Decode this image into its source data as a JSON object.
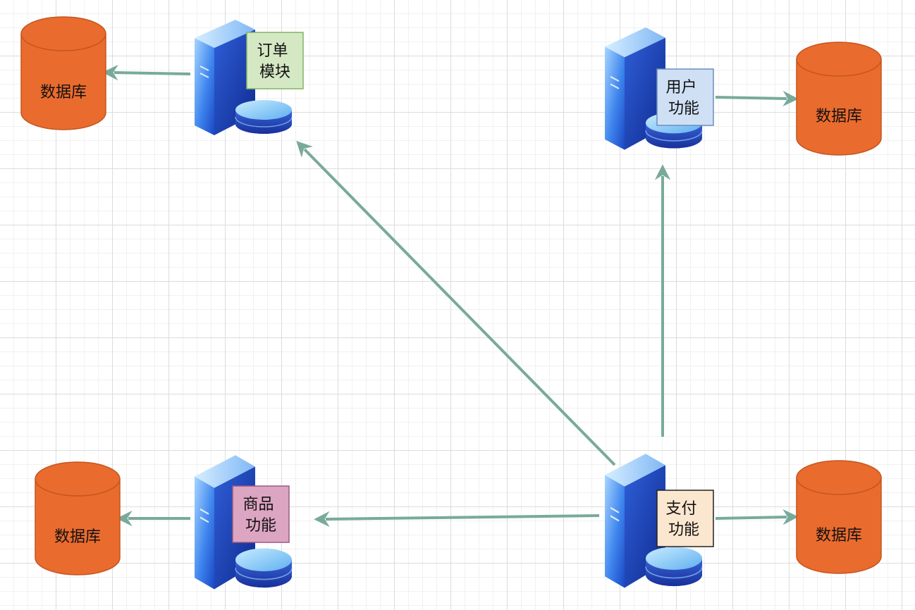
{
  "colors": {
    "connector": "#78aa9b",
    "database_fill": "#ea6b2e",
    "database_stroke": "#c4561f",
    "server_light": "#9fd0fb",
    "server_dark": "#1f3fb0"
  },
  "servers": [
    {
      "id": "order",
      "label_line1": "订单",
      "label_line2": "模块",
      "label_fill": "#d5e8c4",
      "label_stroke": "#82b366"
    },
    {
      "id": "user",
      "label_line1": "用户",
      "label_line2": "功能",
      "label_fill": "#cfe0f5",
      "label_stroke": "#6c8ebf"
    },
    {
      "id": "product",
      "label_line1": "商品",
      "label_line2": "功能",
      "label_fill": "#dca5c2",
      "label_stroke": "#9c5a80"
    },
    {
      "id": "payment",
      "label_line1": "支付",
      "label_line2": "功能",
      "label_fill": "#fbe6cf",
      "label_stroke": "#222222"
    }
  ],
  "databases": [
    {
      "id": "db-order",
      "label": "数据库"
    },
    {
      "id": "db-user",
      "label": "数据库"
    },
    {
      "id": "db-product",
      "label": "数据库"
    },
    {
      "id": "db-payment",
      "label": "数据库"
    }
  ],
  "connectors": [
    {
      "from": "order",
      "to": "db-order"
    },
    {
      "from": "user",
      "to": "db-user"
    },
    {
      "from": "product",
      "to": "db-product"
    },
    {
      "from": "payment",
      "to": "db-payment"
    },
    {
      "from": "payment",
      "to": "order"
    },
    {
      "from": "payment",
      "to": "user"
    },
    {
      "from": "payment",
      "to": "product"
    }
  ]
}
